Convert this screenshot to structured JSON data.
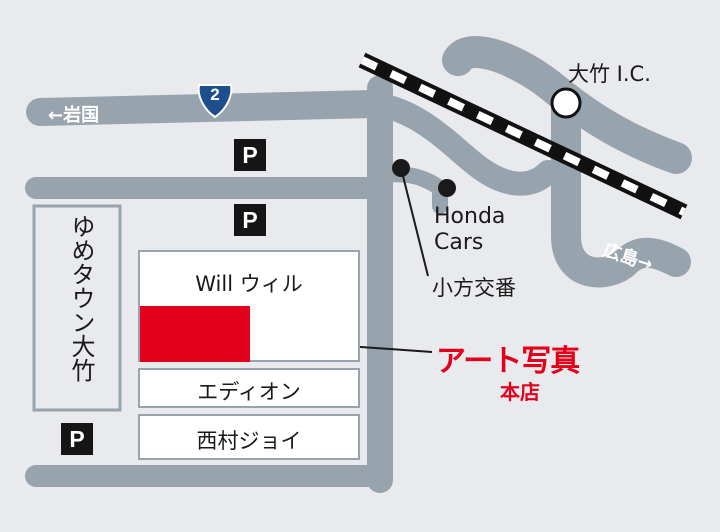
{
  "roads": {
    "to_iwakuni": "←岩国",
    "to_hiroshima": "広島→",
    "route_number": "2"
  },
  "places": {
    "ohtake_ic": "大竹 I.C.",
    "honda_cars": [
      "Honda",
      "Cars"
    ],
    "police_box": "小方交番",
    "youme_town": "ゆめタウン大竹",
    "will": "Will ウィル",
    "edion": "エディオン",
    "nishimura_joy": "西村ジョイ"
  },
  "parking_label": "P",
  "destination": {
    "name": "アート写真",
    "branch": "本店"
  },
  "colors": {
    "road": "#97a3ad",
    "background": "#e8eaed",
    "destination": "#e3001b",
    "route_shield": "#1d4f8f",
    "railway": "#111111"
  }
}
